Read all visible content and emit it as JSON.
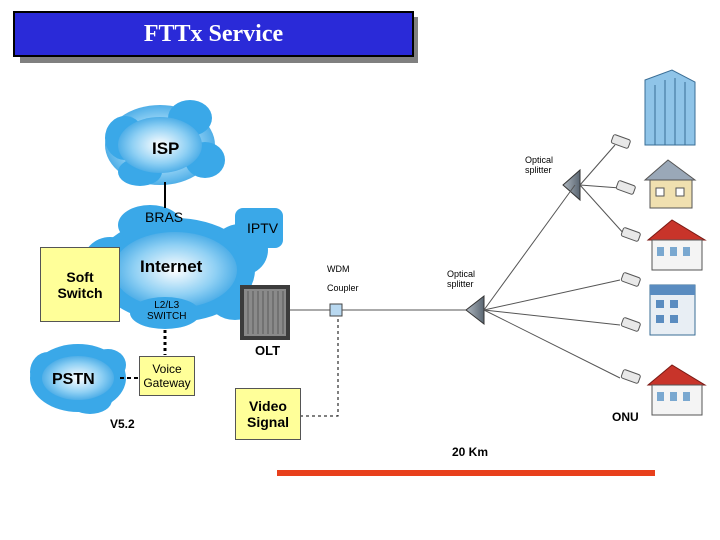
{
  "title": "FTTx Service",
  "labels": {
    "isp": "ISP",
    "bras": "BRAS",
    "internet": "Internet",
    "iptv": "IPTV",
    "soft_switch": "Soft\nSwitch",
    "l2l3_switch": "L2/L3\nSWITCH",
    "pstn": "PSTN",
    "voice_gateway": "Voice\nGateway",
    "v52": "V5.2",
    "olt": "OLT",
    "wdm": "WDM",
    "coupler": "Coupler",
    "optical_splitter_upper": "Optical\nsplitter",
    "optical_splitter_lower": "Optical\nsplitter",
    "video_signal": "Video\nSignal",
    "onu": "ONU",
    "distance": "20 Km"
  },
  "colors": {
    "title_bg": "#2a2ad8",
    "cloud": "#3aa8e8",
    "box_fill": "#ffff99",
    "distance_bar": "#e8401c"
  }
}
